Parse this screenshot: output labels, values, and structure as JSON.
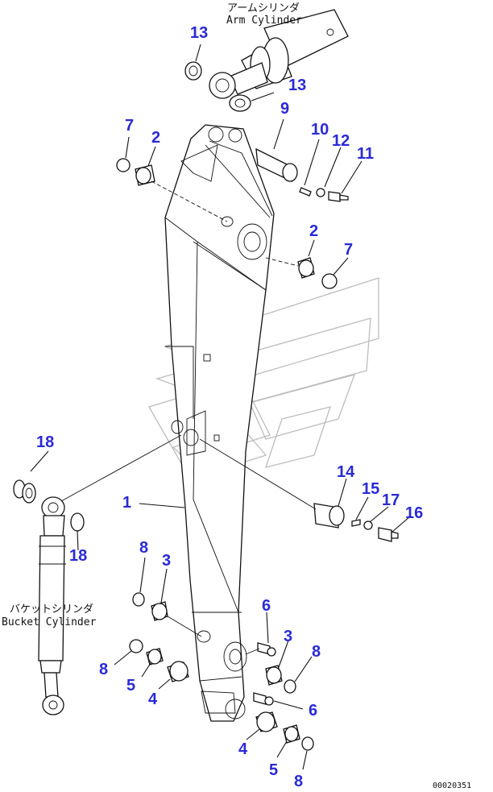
{
  "captions": {
    "arm_cylinder_jp": "アームシリンダ",
    "arm_cylinder_en": "Arm Cylinder",
    "bucket_cylinder_jp": "バケットシリンダ",
    "bucket_cylinder_en": "Bucket Cylinder"
  },
  "drawing_code": "00020351",
  "callouts": {
    "c13a": "13",
    "c13b": "13",
    "c9": "9",
    "c7a": "7",
    "c2a": "2",
    "c10": "10",
    "c12": "12",
    "c11": "11",
    "c2b": "2",
    "c7b": "7",
    "c18a": "18",
    "c18b": "18",
    "c1": "1",
    "c14": "14",
    "c15": "15",
    "c17": "17",
    "c16": "16",
    "c8a": "8",
    "c3a": "3",
    "c6a": "6",
    "c3b": "3",
    "c8b": "8",
    "c8c": "8",
    "c5a": "5",
    "c4a": "4",
    "c6b": "6",
    "c4b": "4",
    "c5b": "5",
    "c8d": "8"
  },
  "colors": {
    "callout": "#2a2ad6",
    "line": "#111111",
    "watermark": "#bcbcbc"
  }
}
